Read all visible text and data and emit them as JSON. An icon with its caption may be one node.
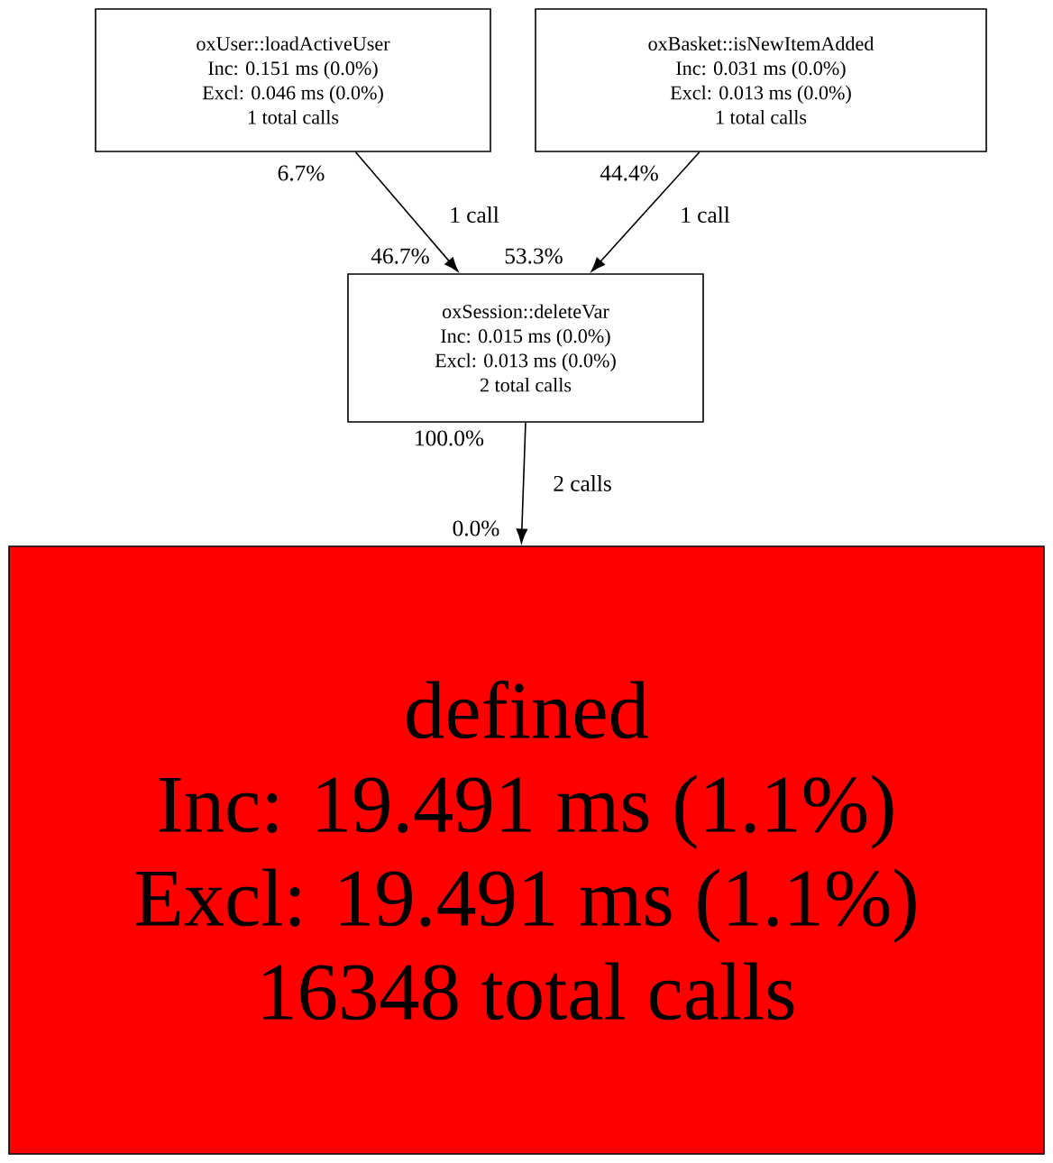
{
  "diagram": {
    "nodes": [
      {
        "text": [
          "oxUser::loadActiveUser",
          "Inc: 0.151 ms (0.0%)",
          "Excl: 0.046 ms (0.0%)",
          "1 total calls"
        ]
      },
      {
        "text": [
          "oxBasket::isNewItemAdded",
          "Inc: 0.031 ms (0.0%)",
          "Excl: 0.013 ms (0.0%)",
          "1 total calls"
        ]
      },
      {
        "text": [
          "oxSession::deleteVar",
          "Inc: 0.015 ms (0.0%)",
          "Excl: 0.013 ms (0.0%)",
          "2 total calls"
        ]
      },
      {
        "text": [
          "defined",
          "Inc: 19.491 ms (1.1%)",
          "Excl: 19.491 ms (1.1%)",
          "16348 total calls"
        ]
      }
    ],
    "edges": [
      {
        "from": 0,
        "to": 2,
        "arrow": "to",
        "label": "1 call"
      },
      {
        "from": 1,
        "to": 2,
        "arrow": "to",
        "label": "1 call"
      },
      {
        "from": 2,
        "to": 3,
        "arrow": "to",
        "label": "2 calls"
      }
    ],
    "labels": [
      "6.7%",
      "44.4%",
      "46.7%",
      "53.3%",
      "100.0%",
      "0.0%"
    ]
  }
}
